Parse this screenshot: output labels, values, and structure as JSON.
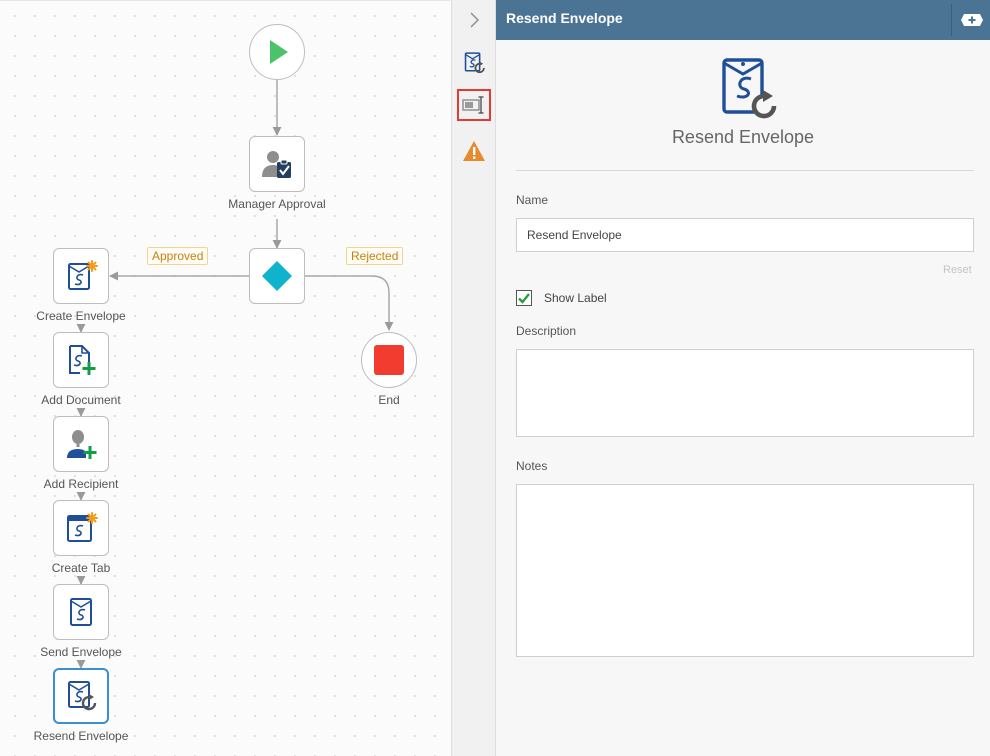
{
  "workflow": {
    "nodes": [
      {
        "id": "start",
        "label": "",
        "icon": "play-icon"
      },
      {
        "id": "manager-approval",
        "label": "Manager Approval",
        "icon": "user-check-icon"
      },
      {
        "id": "decision",
        "label": "",
        "icon": "diamond-icon"
      },
      {
        "id": "end",
        "label": "End",
        "icon": "stop-icon"
      },
      {
        "id": "create-envelope",
        "label": "Create Envelope",
        "icon": "envelope-new-icon"
      },
      {
        "id": "add-document",
        "label": "Add Document",
        "icon": "document-add-icon"
      },
      {
        "id": "add-recipient",
        "label": "Add Recipient",
        "icon": "user-add-icon"
      },
      {
        "id": "create-tab",
        "label": "Create Tab",
        "icon": "tab-new-icon"
      },
      {
        "id": "send-envelope",
        "label": "Send Envelope",
        "icon": "envelope-icon"
      },
      {
        "id": "resend-envelope",
        "label": "Resend Envelope",
        "icon": "envelope-resend-icon"
      }
    ],
    "branches": {
      "approved": "Approved",
      "rejected": "Rejected"
    },
    "selected_node": "resend-envelope"
  },
  "toolstrip": {
    "items": [
      {
        "icon": "chevron-right-icon"
      },
      {
        "icon": "envelope-resend-icon"
      },
      {
        "icon": "text-field-icon",
        "active": true
      },
      {
        "icon": "warning-icon"
      }
    ]
  },
  "panel": {
    "title": "Resend Envelope",
    "header_button_icon": "add-badge-icon",
    "hero_title": "Resend Envelope",
    "name_label": "Name",
    "name_value": "Resend Envelope",
    "reset_label": "Reset",
    "show_label_text": "Show Label",
    "show_label_checked": true,
    "description_label": "Description",
    "description_value": "",
    "notes_label": "Notes",
    "notes_value": ""
  },
  "colors": {
    "header_bg": "#4a7394",
    "play": "#4cc36b",
    "decision": "#10b3cc",
    "stop": "#f23c30",
    "envelope_blue": "#1f4f9a",
    "add_green": "#129e46",
    "accent_orange": "#f59b1a",
    "branch_text": "#c8800e",
    "selected_border": "#3b8fd0",
    "active_tool_border": "#e53935"
  }
}
